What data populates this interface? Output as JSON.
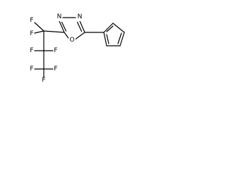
{
  "molecule": {
    "atoms": {
      "n3": "N",
      "n4": "N",
      "o1": "O",
      "f_c1a": "F",
      "f_c1b": "F",
      "f_c2a": "F",
      "f_c2b": "F",
      "f_c3a": "F",
      "f_c3b": "F",
      "f_c3c": "F"
    }
  }
}
